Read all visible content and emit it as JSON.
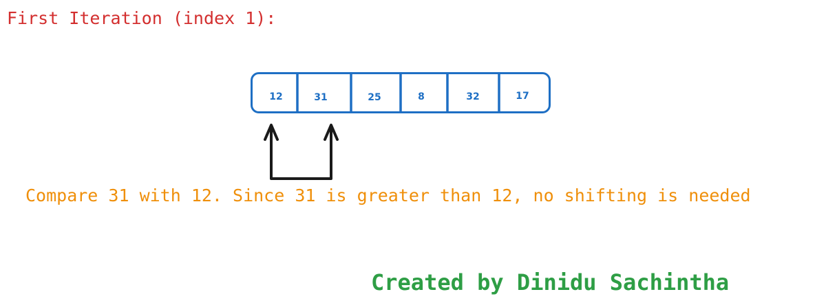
{
  "heading": "First Iteration (index 1):",
  "array": {
    "values": [
      "12",
      "31",
      "25",
      "8",
      "32",
      "17"
    ]
  },
  "caption": "Compare 31 with 12. Since 31 is greater than 12, no shifting is needed",
  "credit": "Created by Dinidu Sachintha",
  "colors": {
    "heading": "#d32f2f",
    "array_stroke": "#1e6fc4",
    "arrow": "#1a1a1a",
    "caption": "#ef8f0a",
    "credit": "#2e9e45"
  }
}
